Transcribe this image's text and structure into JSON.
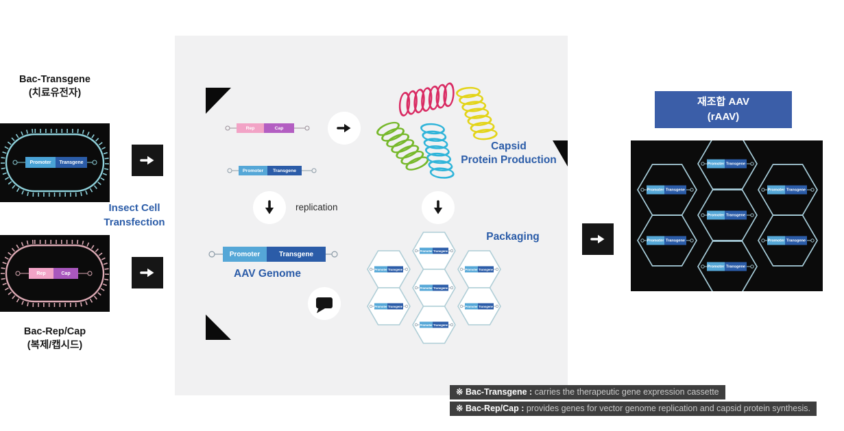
{
  "colors": {
    "accent_blue": "#2b5ca8",
    "promoter_blue": "#55a7d7",
    "transgene_blue": "#2b5ca8",
    "rep_pink": "#f2a3c6",
    "cap_purple": "#a957bd",
    "virus_teal": "#8ed0da",
    "virus_pink": "#dcaab4",
    "coil_red": "#d92b63",
    "coil_green": "#76b82a",
    "coil_cyan": "#2fb4d9",
    "coil_yellow": "#e3d418",
    "header_blue": "#3b5ea8",
    "panel_gray": "#f1f1f2",
    "black": "#0b0b0b"
  },
  "left": {
    "top_virus_title": "Bac-Transgene",
    "top_virus_subtitle": "(치료유전자)",
    "bottom_virus_title": "Bac-Rep/Cap",
    "bottom_virus_subtitle": "(복제/캡시드)",
    "transfection_line1": "Insect Cell",
    "transfection_line2": "Transfection"
  },
  "segments": {
    "promoter": "Promoter",
    "transgene": "Transgene",
    "rep": "Rep",
    "cap": "Cap"
  },
  "process": {
    "replication": "replication",
    "capsid_line1": "Capsid",
    "capsid_line2": "Protein Production",
    "aav_genome": "AAV Genome",
    "packaging": "Packaging"
  },
  "result": {
    "header_line1": "재조합 AAV",
    "header_line2": "(rAAV)"
  },
  "footnotes": [
    {
      "marker": "※",
      "term": "Bac-Transgene :",
      "description": "carries the therapeutic gene expression cassette"
    },
    {
      "marker": "※",
      "term": "Bac-Rep/Cap :",
      "description": "provides genes for vector genome replication and capsid protein synthesis."
    }
  ]
}
